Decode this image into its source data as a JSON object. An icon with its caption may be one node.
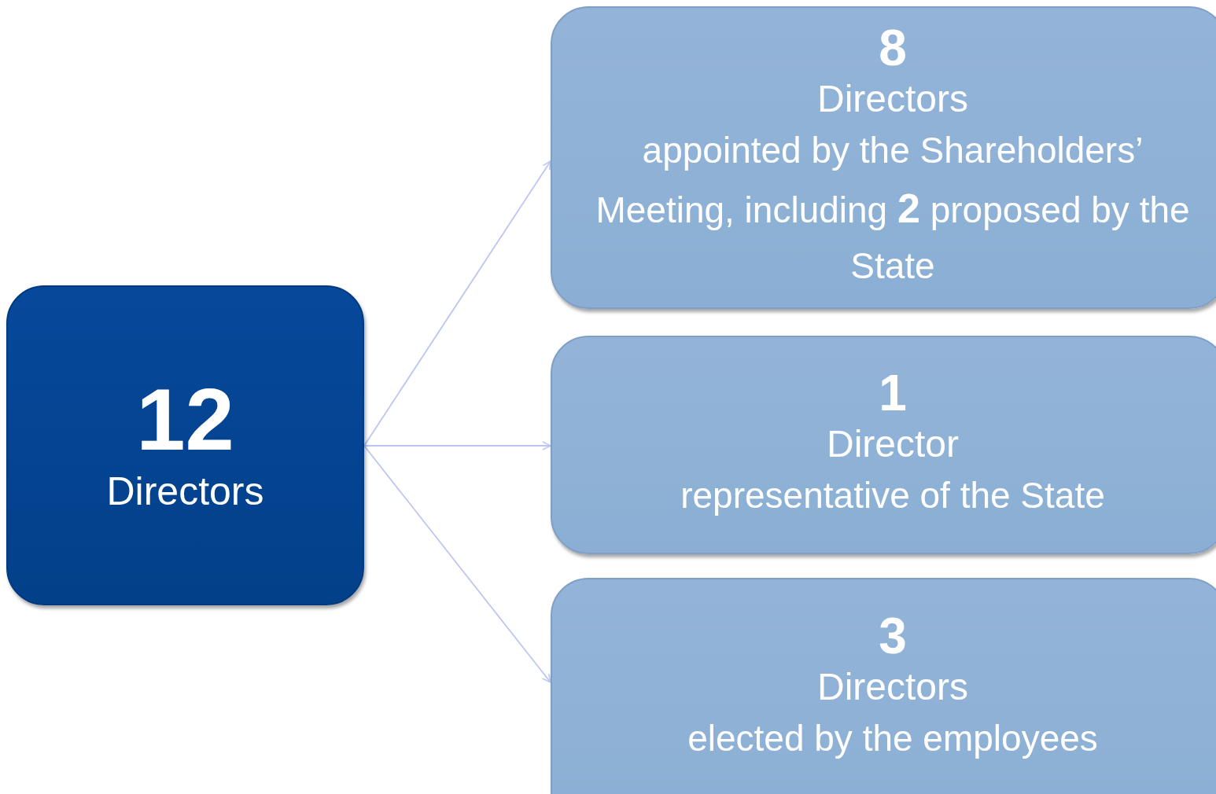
{
  "diagram": {
    "nodes": [
      {
        "text": [
          "12",
          "Directors"
        ]
      },
      {
        "text": [
          "8",
          "Directors",
          "appointed by the Shareholders’ Meeting, including **2** proposed by the State"
        ]
      },
      {
        "text": [
          "1",
          "Director",
          "representative of the State"
        ]
      },
      {
        "text": [
          "3",
          "Directors",
          "elected by the employees"
        ]
      }
    ],
    "edges": [
      {
        "from": 0,
        "to": 1,
        "arrow": "to"
      },
      {
        "from": 0,
        "to": 2,
        "arrow": "to"
      },
      {
        "from": 0,
        "to": 3,
        "arrow": "to"
      }
    ]
  }
}
